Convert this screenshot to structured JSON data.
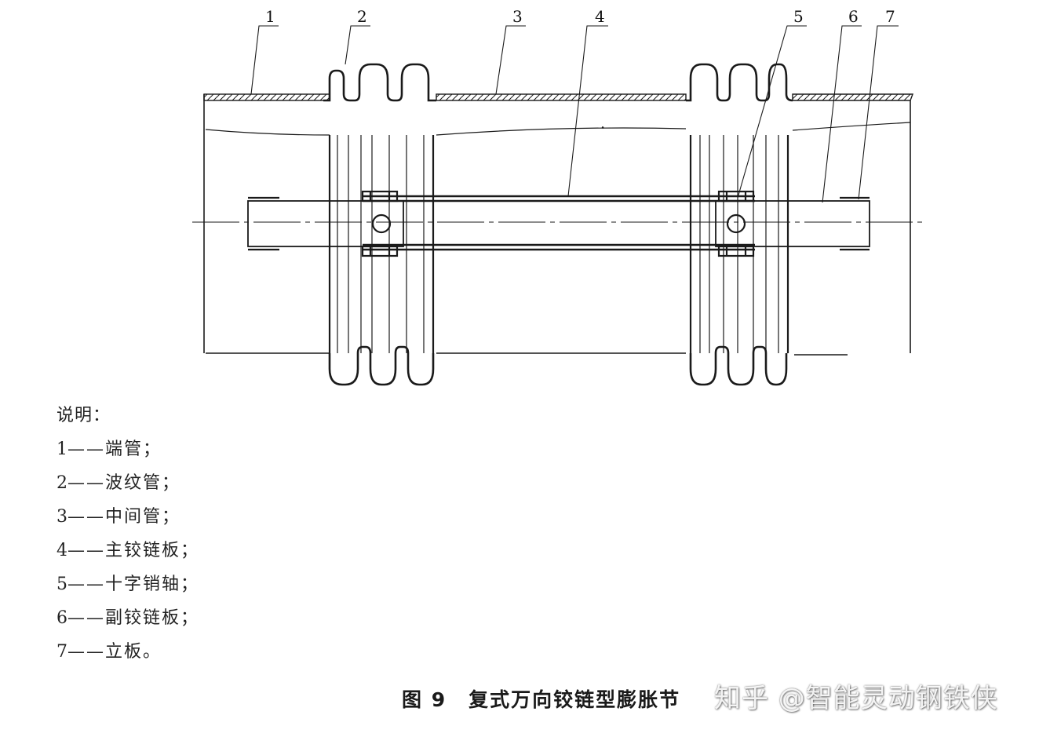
{
  "callouts": [
    "1",
    "2",
    "3",
    "4",
    "5",
    "6",
    "7"
  ],
  "legend": {
    "title": "说明：",
    "items": [
      {
        "num": "1",
        "dash": "——",
        "text": "端管；"
      },
      {
        "num": "2",
        "dash": "——",
        "text": "波纹管；"
      },
      {
        "num": "3",
        "dash": "——",
        "text": "中间管；"
      },
      {
        "num": "4",
        "dash": "——",
        "text": "主铰链板；"
      },
      {
        "num": "5",
        "dash": "——",
        "text": "十字销轴；"
      },
      {
        "num": "6",
        "dash": "——",
        "text": "副铰链板；"
      },
      {
        "num": "7",
        "dash": "——",
        "text": "立板。"
      }
    ]
  },
  "caption": {
    "figure": "图 9",
    "title": "复式万向铰链型膨胀节"
  },
  "watermark": "知乎 @智能灵动钢铁侠",
  "colors": {
    "line": "#1a1a1a",
    "background": "#ffffff"
  }
}
